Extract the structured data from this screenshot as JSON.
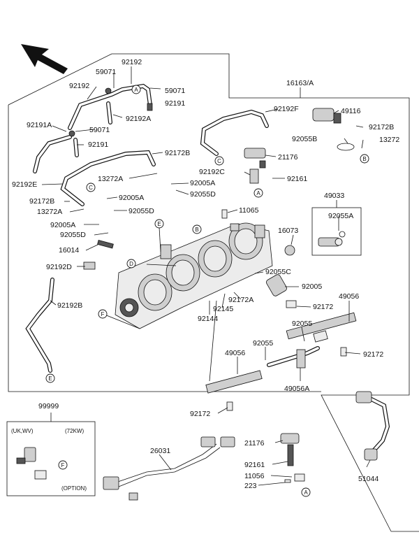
{
  "labels": {
    "l92192_top": "92192",
    "l59071_a": "59071",
    "l92192_left": "92192",
    "l59071_b": "59071",
    "l92191_a": "92191",
    "l92192A": "92192A",
    "l92191A": "92191A",
    "l59071_c": "59071",
    "l92191_b": "92191",
    "l16163A": "16163/A",
    "l92192F": "92192F",
    "l49116": "49116",
    "l92172B_r": "92172B",
    "l92055B": "92055B",
    "l13272": "13272",
    "l92172B_m": "92172B",
    "l21176_r": "21176",
    "l92192C": "92192C",
    "l92161_r": "92161",
    "l92192E": "92192E",
    "l13272A_a": "13272A",
    "l92005A_a": "92005A",
    "l92055D_a": "92055D",
    "l92172B_l": "92172B",
    "l92005A_b": "92005A",
    "l13272A_b": "13272A",
    "l92055D_b": "92055D",
    "l92005A_c": "92005A",
    "l92055D_c": "92055D",
    "l49033": "49033",
    "l11065": "11065",
    "l92055A": "92055A",
    "l16073": "16073",
    "l16014": "16014",
    "l92192D": "92192D",
    "l92055C": "92055C",
    "l92005": "92005",
    "l92192B": "92192B",
    "l92172A": "92172A",
    "l92145": "92145",
    "l92144": "92144",
    "l92172_a": "92172",
    "l49056_r": "49056",
    "l92055_a": "92055",
    "l92055_b": "92055",
    "l49056_l": "49056",
    "l92172_b": "92172",
    "l49056A": "49056A",
    "l92172_c": "92172",
    "l99999": "99999",
    "l26031": "26031",
    "l21176_b": "21176",
    "l92161_b": "92161",
    "l11056": "11056",
    "l223": "223",
    "l51044": "51044"
  },
  "callouts": {
    "A": "A",
    "B": "B",
    "C": "C",
    "D": "D",
    "E": "E",
    "F": "F"
  },
  "option_box": {
    "region": "(UK,WV)",
    "model": "(72KW)",
    "note": "(OPTION)"
  }
}
